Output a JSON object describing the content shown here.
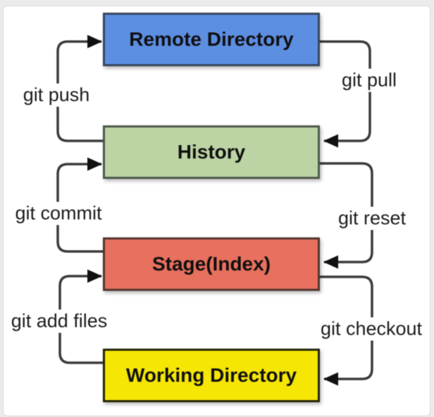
{
  "diagram": {
    "nodes": [
      {
        "id": "remote",
        "label": "Remote Directory",
        "fill": "#5c8ee2",
        "border": "#37465c"
      },
      {
        "id": "history",
        "label": "History",
        "fill": "#bcd4a4",
        "border": "#4d574a"
      },
      {
        "id": "stage",
        "label": "Stage(Index)",
        "fill": "#e7705e",
        "border": "#53352f"
      },
      {
        "id": "working",
        "label": "Working Directory",
        "fill": "#f5e603",
        "border": "#222208"
      }
    ],
    "edges": [
      {
        "id": "push",
        "label": "git push",
        "from": "History",
        "to": "Remote Directory",
        "side": "left"
      },
      {
        "id": "pull",
        "label": "git pull",
        "from": "Remote Directory",
        "to": "History",
        "side": "right"
      },
      {
        "id": "commit",
        "label": "git commit",
        "from": "Stage(Index)",
        "to": "History",
        "side": "left"
      },
      {
        "id": "reset",
        "label": "git reset",
        "from": "History",
        "to": "Stage(Index)",
        "side": "right"
      },
      {
        "id": "add",
        "label": "git add files",
        "from": "Working Directory",
        "to": "Stage(Index)",
        "side": "left"
      },
      {
        "id": "checkout",
        "label": "git checkout",
        "from": "Stage(Index)",
        "to": "Working Directory",
        "side": "right"
      }
    ],
    "line_color": "#3b3b3b",
    "arrowhead_color": "#111111"
  }
}
